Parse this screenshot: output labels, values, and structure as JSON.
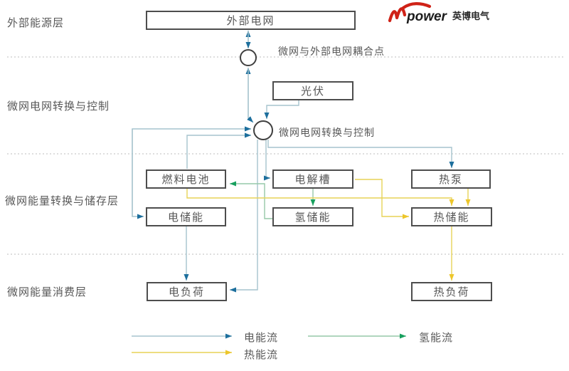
{
  "logo": {
    "brand": "power",
    "company": "英博电气"
  },
  "layer_labels": {
    "external_energy": "外部能源层",
    "grid_conversion": "微网电网转换与控制",
    "storage": "微网能量转换与储存层",
    "consumption": "微网能量消费层"
  },
  "junctions": {
    "coupling_point": "微网与外部电网耦合点",
    "conversion_control": "微网电网转换与控制"
  },
  "nodes": {
    "external_grid": "外部电网",
    "pv": "光伏",
    "fuel_cell": "燃料电池",
    "electrolyzer": "电解槽",
    "heat_pump": "热泵",
    "battery_storage": "电储能",
    "hydrogen_storage": "氢储能",
    "heat_storage": "热储能",
    "electric_load": "电负荷",
    "heat_load": "热负荷"
  },
  "legend": {
    "electric": "电能流",
    "hydrogen": "氢能流",
    "heat": "热能流"
  },
  "colors": {
    "electric_line": "#a6c3cd",
    "electric_arrow": "#1d6f9d",
    "hydrogen_line": "#96c8a8",
    "hydrogen_arrow": "#18a05e",
    "heat_line": "#e7d257",
    "heat_arrow": "#edc62b",
    "box_border": "#4d4d4d",
    "logo_red": "#cf2217"
  }
}
